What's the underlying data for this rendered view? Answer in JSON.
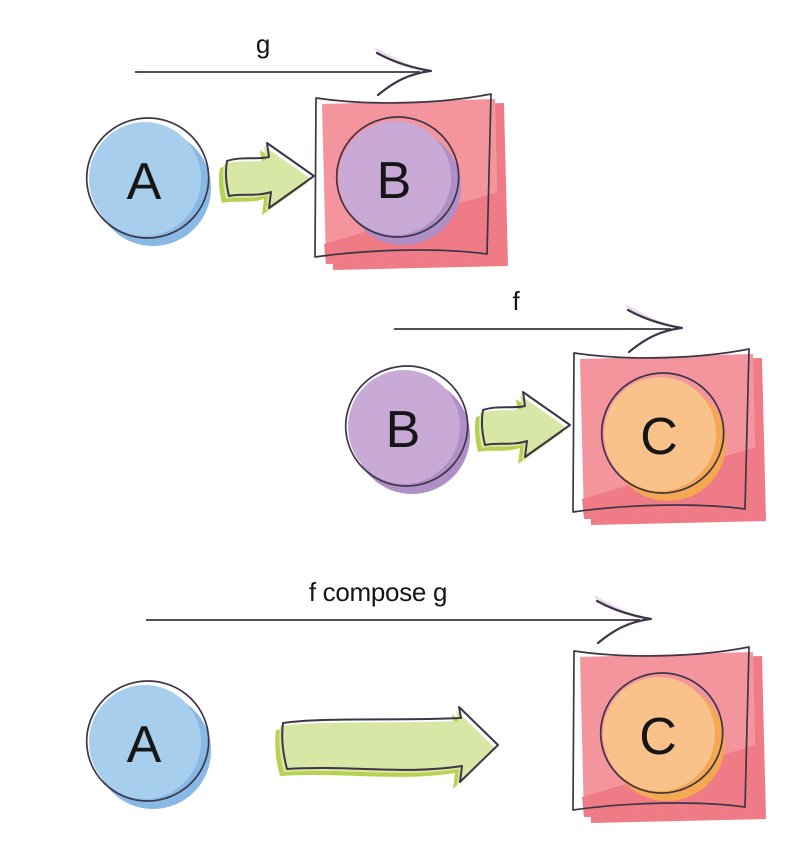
{
  "figure": {
    "rows": [
      {
        "arrow_label": "g",
        "source_letter": "A",
        "target_letter": "B"
      },
      {
        "arrow_label": "f",
        "source_letter": "B",
        "target_letter": "C"
      },
      {
        "arrow_label": "f compose g",
        "source_letter": "A",
        "target_letter": "C"
      }
    ],
    "colors": {
      "background": "#FFFFFF",
      "outline": "#3E3547",
      "text": "#161616",
      "set_a_fill": "#A7CFED",
      "set_a_shade": "#87B9E4",
      "set_b_fill": "#C9A9D6",
      "set_b_shade": "#AF8FC5",
      "set_c_fill": "#F9C28A",
      "set_c_shade": "#F4A851",
      "box_fill": "#F4959E",
      "box_shade": "#EE7B85",
      "arrow_fill": "#D8E7A6",
      "arrow_shade": "#B7D253",
      "arrowhead_shadow": "#EBD8EB"
    }
  }
}
